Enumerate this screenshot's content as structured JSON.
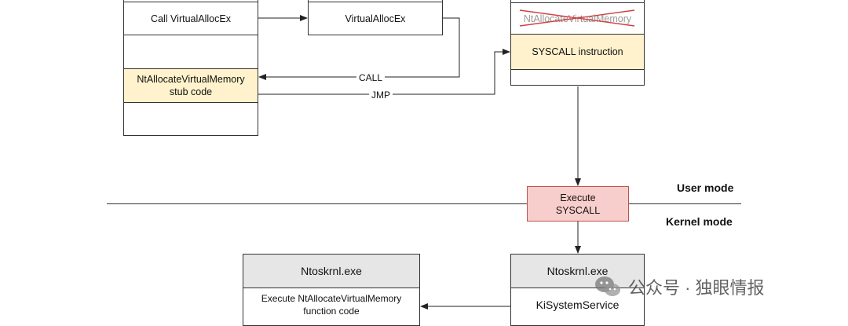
{
  "diagram": {
    "left_column": {
      "call_virtualallocex": "Call VirtualAllocEx",
      "stub_line1": "NtAllocateVirtualMemory",
      "stub_line2": "stub code"
    },
    "middle_box": {
      "label": "VirtualAllocEx"
    },
    "right_column": {
      "crossed_out": "NtAllocateVirtualMemory",
      "syscall_instruction": "SYSCALL instruction"
    },
    "edges": {
      "call": "CALL",
      "jmp": "JMP"
    },
    "execute_syscall": {
      "line1": "Execute",
      "line2": "SYSCALL"
    },
    "modes": {
      "user": "User mode",
      "kernel": "Kernel mode"
    },
    "kernel_right": {
      "header": "Ntoskrnl.exe",
      "body": "KiSystemService"
    },
    "kernel_left": {
      "header": "Ntoskrnl.exe",
      "body_line1": "Execute NtAllocateVirtualMemory",
      "body_line2": "function code"
    },
    "watermark": {
      "text": "公众号 · 独眼情报",
      "icon": "wechat-icon"
    }
  }
}
